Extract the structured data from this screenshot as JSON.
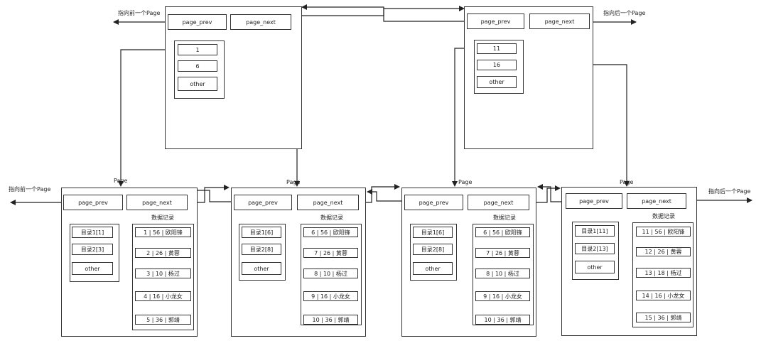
{
  "page_label": "Page",
  "prev_label": "page_prev",
  "next_label": "page_next",
  "other_label": "other",
  "records_label": "数据记录",
  "to_prev_page": "指向前一个Page",
  "to_next_page": "指向后一个Page",
  "top_pages": [
    {
      "keys": [
        "1",
        "6"
      ]
    },
    {
      "keys": [
        "11",
        "16"
      ]
    }
  ],
  "leaf_pages": [
    {
      "dirs": [
        "目录1[1]",
        "目录2[3]"
      ],
      "records": [
        "1 | 56 | 欧阳锋",
        "2 | 26 | 黄蓉",
        "3 | 10 | 杨过",
        "4 | 16 | 小龙女",
        "5 | 36 | 郭靖"
      ]
    },
    {
      "dirs": [
        "目录1[6]",
        "目录2[8]"
      ],
      "records": [
        "6 | 56 | 欧阳锋",
        "7 | 26 | 黄蓉",
        "8 | 10 | 杨过",
        "9 | 16 | 小龙女",
        "10 | 36 | 郭靖"
      ]
    },
    {
      "dirs": [
        "目录1[6]",
        "目录2[8]"
      ],
      "records": [
        "6 | 56 | 欧阳锋",
        "7 | 26 | 黄蓉",
        "8 | 10 | 杨过",
        "9 | 16 | 小龙女",
        "10 | 36 | 郭靖"
      ]
    },
    {
      "dirs": [
        "目录1[11]",
        "目录2[13]"
      ],
      "records": [
        "11 | 56 | 欧阳锋",
        "12 | 26 | 黄蓉",
        "13 | 18 | 杨过",
        "14 | 16 | 小龙女",
        "15 | 36 | 郭靖"
      ]
    }
  ]
}
